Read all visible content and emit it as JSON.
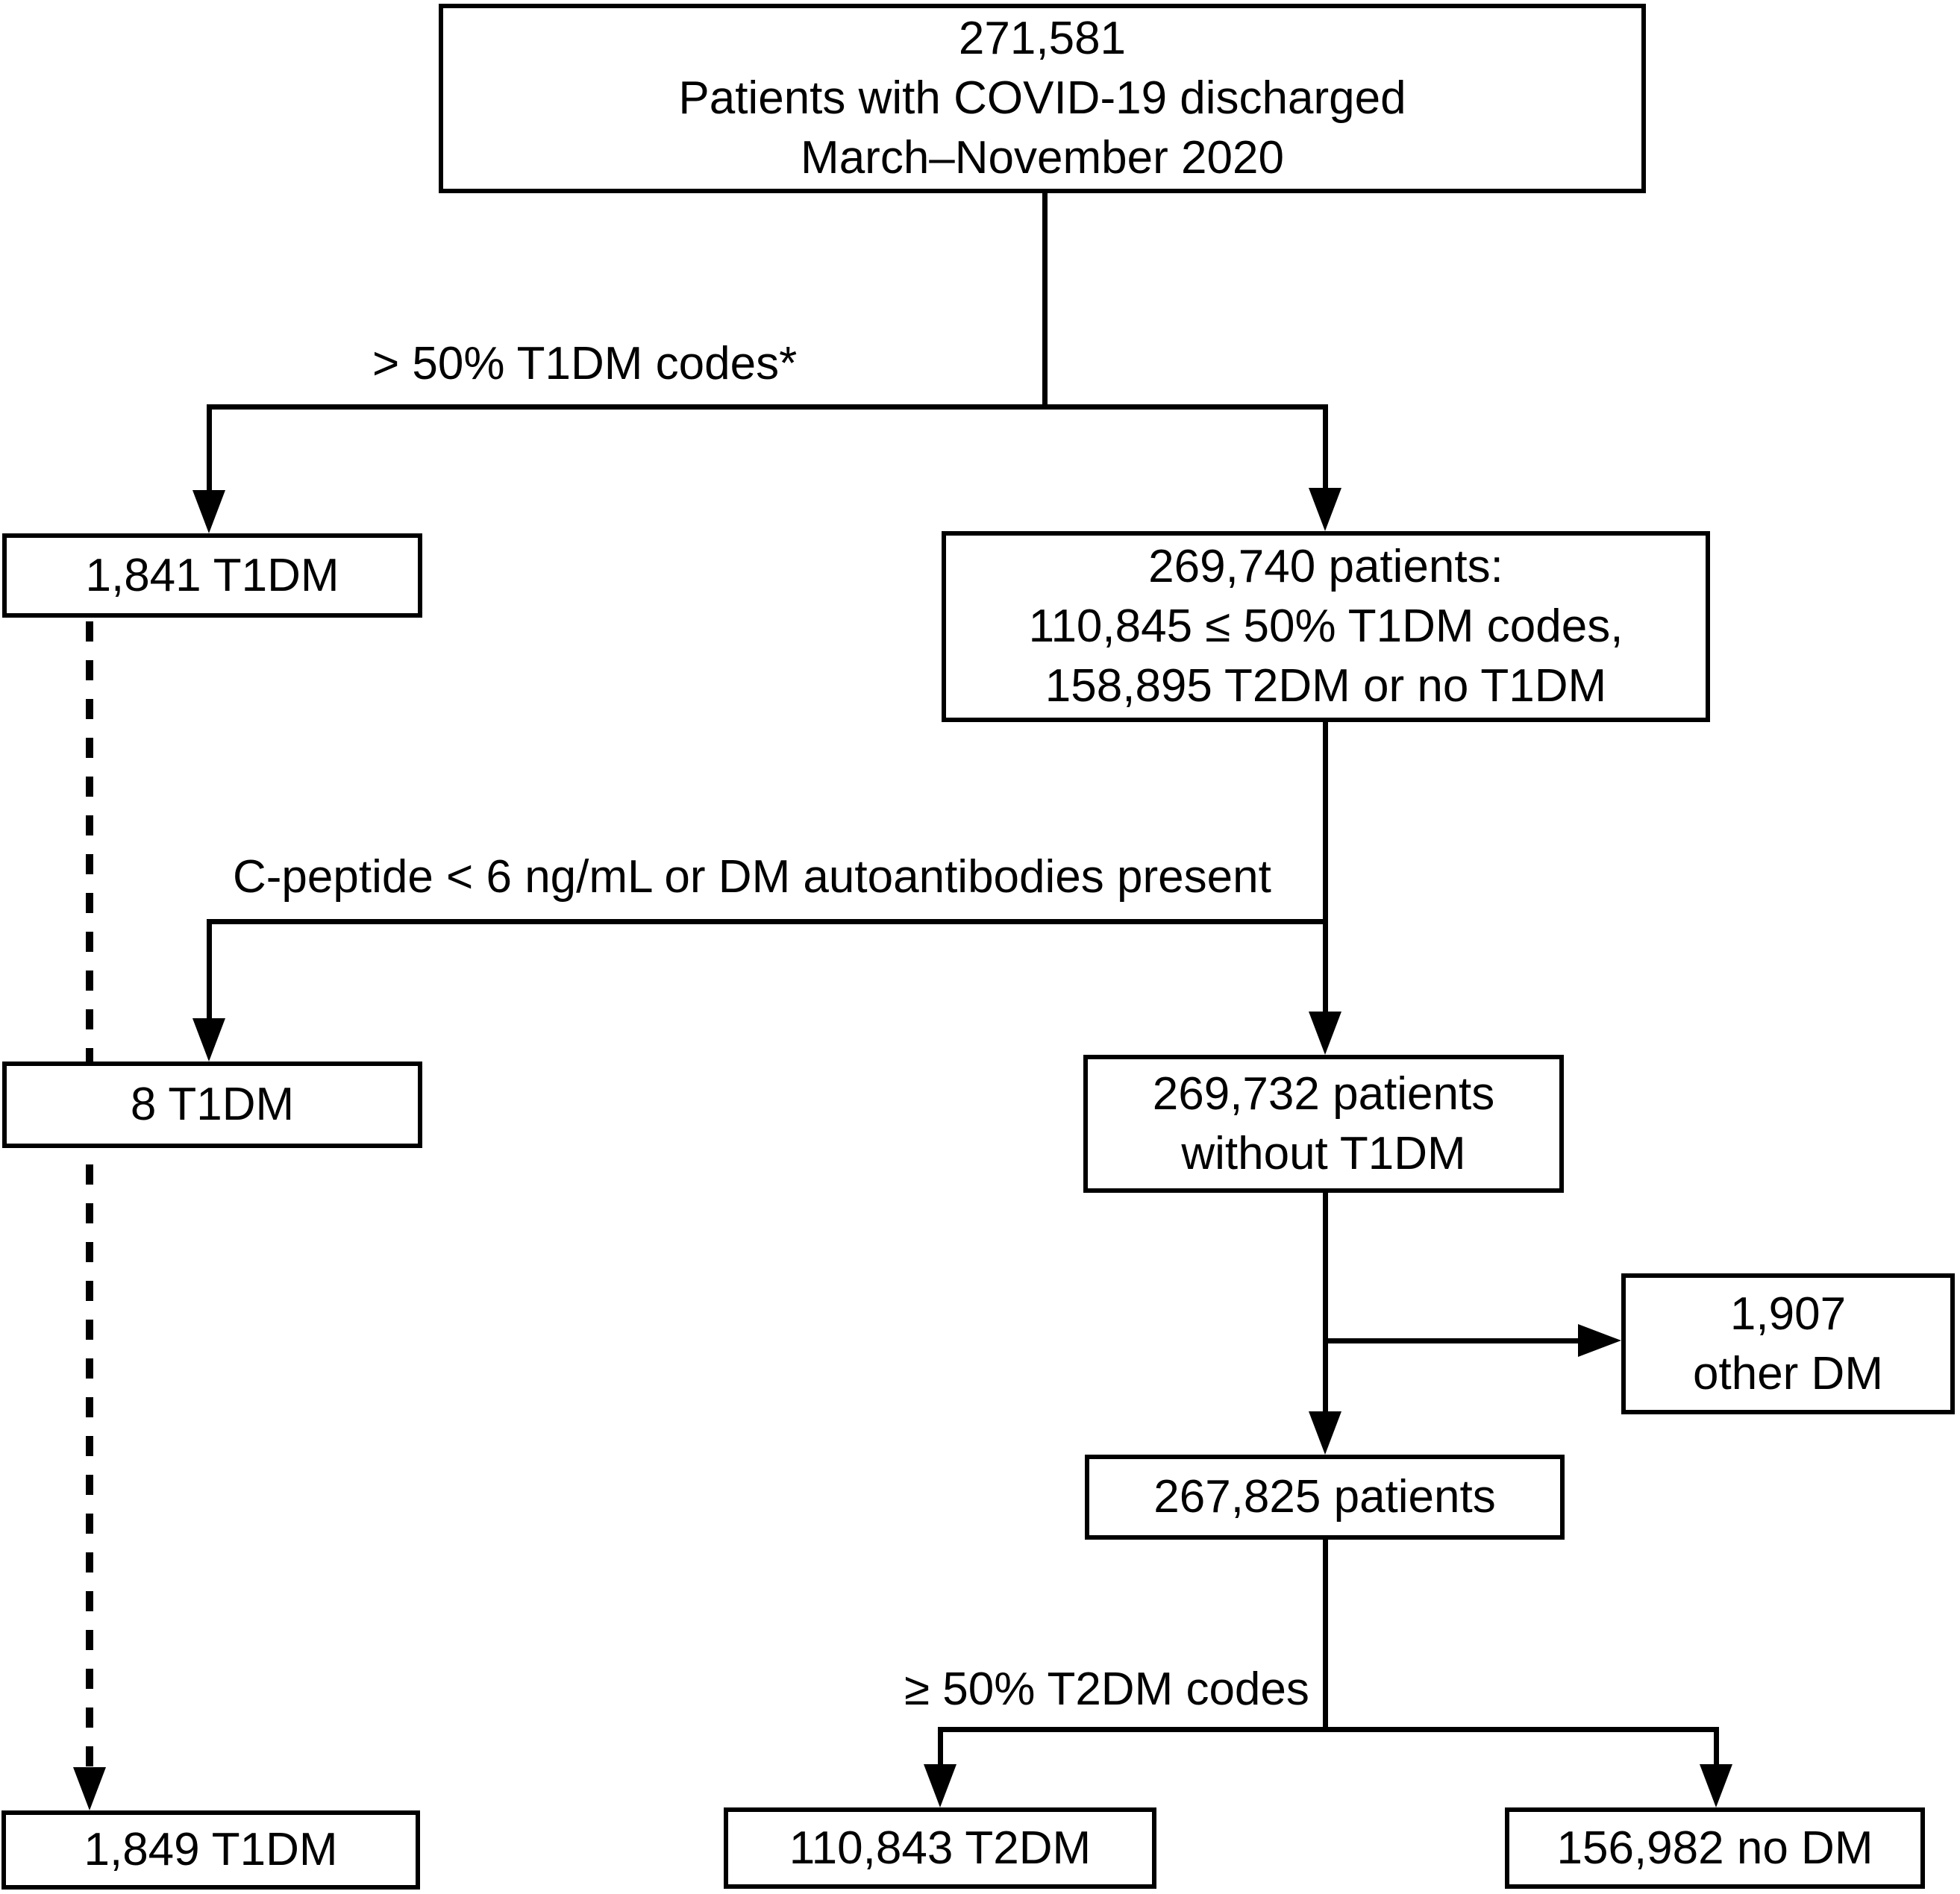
{
  "figure": {
    "nodes": {
      "cohort": {
        "lines": [
          "271,581",
          "Patients with COVID-19 discharged",
          "March–November 2020"
        ]
      },
      "t1dm_by_codes": {
        "lines": [
          "1,841 T1DM"
        ]
      },
      "not_t1dm_by_codes": {
        "lines": [
          "269,740 patients:",
          "110,845 ≤ 50% T1DM codes,",
          "158,895 T2DM or no T1DM"
        ]
      },
      "t1dm_by_labs": {
        "lines": [
          "8 T1DM"
        ]
      },
      "without_t1dm": {
        "lines": [
          "269,732 patients",
          "without T1DM"
        ]
      },
      "other_dm": {
        "lines": [
          "1,907",
          "other DM"
        ]
      },
      "remaining_patients": {
        "lines": [
          "267,825 patients"
        ]
      },
      "t1dm_total": {
        "lines": [
          "1,849 T1DM"
        ]
      },
      "t2dm_total": {
        "lines": [
          "110,843 T2DM"
        ]
      },
      "no_dm_total": {
        "lines": [
          "156,982 no DM"
        ]
      }
    },
    "edge_labels": {
      "t1dm_split": "> 50% T1DM codes*",
      "cpeptide_split": "C-peptide < 6 ng/mL or DM autoantibodies present",
      "t2dm_split": "≥ 50% T2DM codes"
    },
    "colors": {
      "line": "#000000",
      "background": "#ffffff",
      "text": "#000000"
    }
  }
}
